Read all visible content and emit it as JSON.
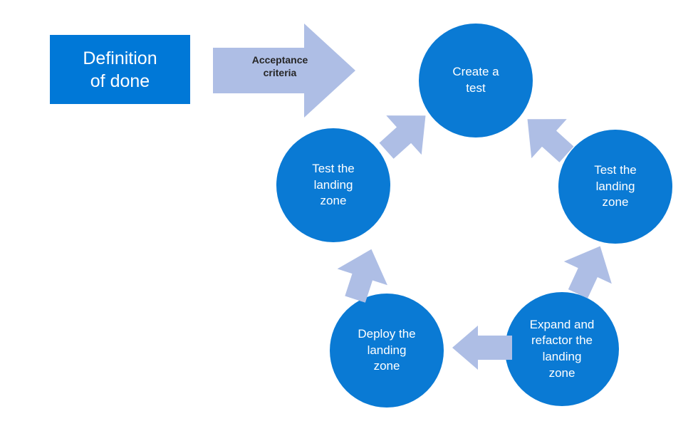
{
  "diagram": {
    "type": "cycle",
    "background_color": "#FFFFFF",
    "palette": {
      "node_blue": "#0A7AD4",
      "box_blue": "#0078D7",
      "arrow_light_blue": "#AEBEE5",
      "node_text": "#FFFFFF",
      "arrow_text": "#262626"
    },
    "definition_of_done": {
      "label": "Definition\nof done"
    },
    "entry_arrow": {
      "label": "Acceptance\ncriteria",
      "direction": "right",
      "icon": "block-arrow-right-icon"
    },
    "nodes": [
      {
        "id": "create-test",
        "label": "Create a\ntest"
      },
      {
        "id": "test-right",
        "label": "Test the\nlanding\nzone"
      },
      {
        "id": "expand",
        "label": "Expand and\nrefactor the\nlanding\nzone"
      },
      {
        "id": "deploy",
        "label": "Deploy the\nlanding\nzone"
      },
      {
        "id": "test-left",
        "label": "Test the\nlanding\nzone"
      }
    ],
    "connectors": [
      {
        "id": "c1",
        "from": "create-test",
        "to": "test-right",
        "icon": "block-arrow-southeast-icon"
      },
      {
        "id": "c2",
        "from": "test-right",
        "to": "expand",
        "icon": "block-arrow-southwest-icon"
      },
      {
        "id": "c3",
        "from": "expand",
        "to": "deploy",
        "icon": "block-arrow-west-icon"
      },
      {
        "id": "c4",
        "from": "deploy",
        "to": "test-left",
        "icon": "block-arrow-northeast-icon"
      },
      {
        "id": "c5",
        "from": "test-left",
        "to": "create-test",
        "icon": "block-arrow-northeast-icon"
      }
    ]
  }
}
